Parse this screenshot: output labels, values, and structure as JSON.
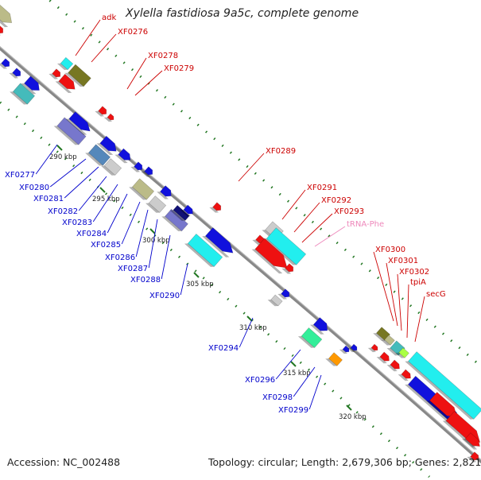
{
  "title": "Xylella fastidiosa 9a5c, complete genome",
  "footer": {
    "accession": "Accession: NC_002488",
    "topology": "Topology: circular; Length: 2,679,306 bp; Genes: 2,821"
  },
  "colors": {
    "backbone": "#888888",
    "forward_label": "#cc0000",
    "reverse_label": "#0000cc",
    "trna_label": "#ee88bb",
    "tick_marks": "#227722",
    "red": "#ee1111",
    "blue": "#1111dd",
    "cyan": "#22eeee",
    "olive": "#777722",
    "khaki": "#bbbb88",
    "teal": "#44bbbb",
    "steelblue": "#5588bb",
    "lightgray": "#cccccc",
    "purple": "#7777cc",
    "navy": "#111177",
    "green": "#33ee99",
    "orange": "#ff9900",
    "lime": "#aaff44"
  },
  "ticks": [
    {
      "label": "290 kbp"
    },
    {
      "label": "295 kbp"
    },
    {
      "label": "300 kbp"
    },
    {
      "label": "305 kbp"
    },
    {
      "label": "310 kbp"
    },
    {
      "label": "315 kbp"
    },
    {
      "label": "320 kbp"
    }
  ],
  "forward_labels": [
    {
      "text": "adk"
    },
    {
      "text": "XF0276"
    },
    {
      "text": "XF0278"
    },
    {
      "text": "XF0279"
    },
    {
      "text": "XF0289"
    },
    {
      "text": "XF0291"
    },
    {
      "text": "XF0292"
    },
    {
      "text": "XF0293"
    },
    {
      "text": "tRNA-Phe"
    },
    {
      "text": "XF0300"
    },
    {
      "text": "XF0301"
    },
    {
      "text": "XF0302"
    },
    {
      "text": "tpiA"
    },
    {
      "text": "secG"
    }
  ],
  "reverse_labels": [
    {
      "text": "XF0277"
    },
    {
      "text": "XF0280"
    },
    {
      "text": "XF0281"
    },
    {
      "text": "XF0282"
    },
    {
      "text": "XF0283"
    },
    {
      "text": "XF0284"
    },
    {
      "text": "XF0285"
    },
    {
      "text": "XF0286"
    },
    {
      "text": "XF0287"
    },
    {
      "text": "XF0288"
    },
    {
      "text": "XF0290"
    },
    {
      "text": "XF0294"
    },
    {
      "text": "XF0296"
    },
    {
      "text": "XF0298"
    },
    {
      "text": "XF0299"
    }
  ]
}
